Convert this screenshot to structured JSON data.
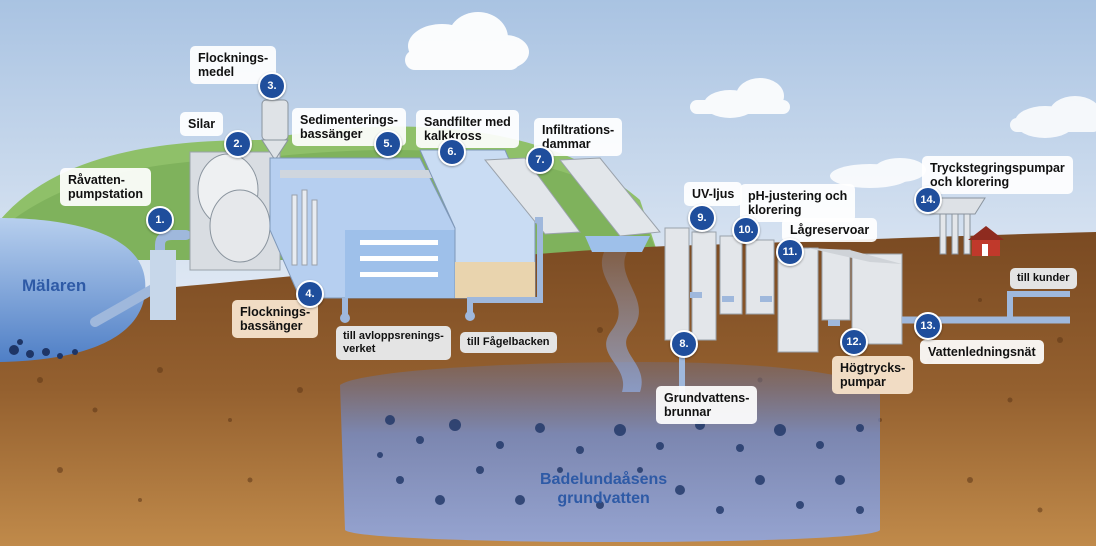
{
  "labels": {
    "ravatten": "Råvatten-\npumpstation",
    "silar": "Silar",
    "flocknings_medel": "Flocknings-\nmedel",
    "sedimentering": "Sedimenterings-\nbassänger",
    "sandfilter": "Sandfilter med\nkalkkross",
    "infiltration": "Infiltrations-\ndammar",
    "uv": "UV-ljus",
    "ph": "pH-justering och\nklorering",
    "lagreservoar": "Lågreservoar",
    "tryckstegring": "Tryckstegringspumpar\noch klorering",
    "flocknings_bassanger": "Flocknings-\nbassänger",
    "grundvattensbrunnar": "Grundvattens-\nbrunnar",
    "hogtryck": "Högtrycks-\npumpar",
    "vattenledningsnat": "Vattenledningsnät"
  },
  "destinations": {
    "avlopp": "till avloppsrenings-\nverket",
    "fagelbacken": "till Fågelbacken",
    "kunder": "till kunder"
  },
  "places": {
    "malaren": "Mälaren",
    "grundvatten": "Badelundaåsens\ngrundvatten"
  },
  "steps": [
    "1.",
    "2.",
    "3.",
    "4.",
    "5.",
    "6.",
    "7.",
    "8.",
    "9.",
    "10.",
    "11.",
    "12.",
    "13.",
    "14."
  ],
  "colors": {
    "sky": "#c9d9ec",
    "soil": "#8a5a2b",
    "lake": "#5b8fd1",
    "marker": "#1f4e9c",
    "place_text": "#2e5aa6"
  },
  "icons": [
    "cloud-icon",
    "house-icon",
    "tower-icon"
  ]
}
